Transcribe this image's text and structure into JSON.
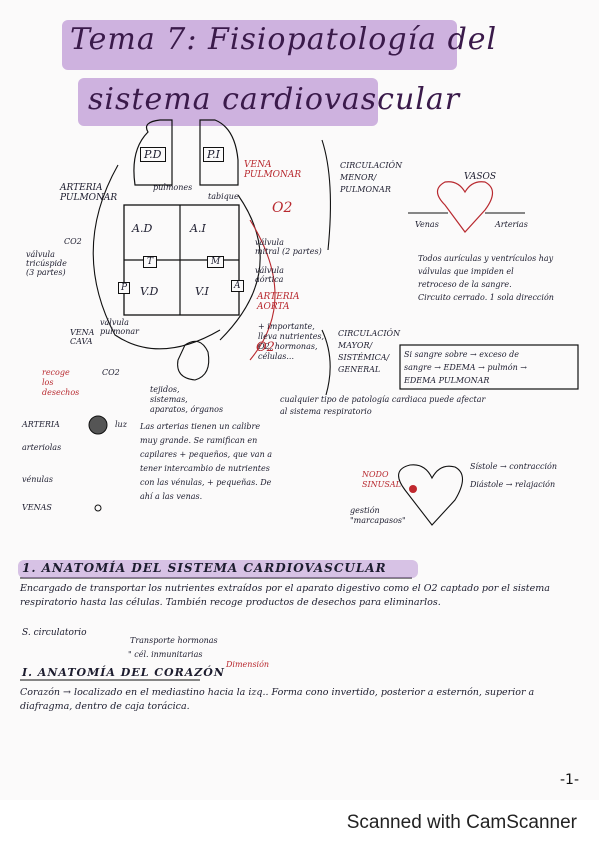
{
  "title_line1": "Tema 7: Fisiopatología del",
  "title_line2": "sistema cardiovascular",
  "heart": {
    "pd": "P.D",
    "pi": "P.I",
    "ad": "A.D",
    "ai": "A.I",
    "vd": "V.D",
    "vi": "V.I",
    "t": "T",
    "m": "M",
    "p": "P",
    "a": "A",
    "pulmones": "pulmones",
    "tabique": "tabique",
    "vena_pulmonar": "VENA\nPULMONAR",
    "o2": "O2",
    "arteria_pulmonar": "ARTERIA\nPULMONAR",
    "co2_left": "CO2",
    "valvula_tricuspide": "válvula\ntricúspide\n(3 partes)",
    "valvula_mitral": "válvula\nmitral (2 partes)",
    "valvula_aortica": "válvula\naórtica",
    "valvula_pulmonar": "válvula\npulmonar",
    "arteria_aorta": "ARTERIA\nAORTA",
    "aorta_note": "+ importante,\nlleva nutrientes,\nO2, hormonas,\ncélulas...",
    "o2_bottom": "O2",
    "vena_cava": "VENA\nCAVA",
    "co2_bottom": "CO2",
    "recoge": "recoge\nlos\ndesechos",
    "tejidos": "tejidos,\nsistemas,\naparatos, órganos"
  },
  "right_notes": {
    "circ_menor": "CIRCULACIÓN\nMENOR/\nPULMONAR",
    "vasos": "VASOS",
    "venas": "Venas",
    "arterias": "Arterias",
    "vasos_desc": "Todos aurículas y ventrículos hay\nválvulas que impiden el\nretroceso de la sangre.\nCircuito cerrado. 1 sola dirección",
    "circ_mayor": "CIRCULACIÓN\nMAYOR/\nSISTÉMICA/\nGENERAL",
    "box_text": "Si sangre sobre → exceso de\nsangre → EDEMA → pulmón →\nEDEMA PULMONAR",
    "cualquier": "cualquier tipo de patología cardiaca puede afectar\nal sistema respiratorio"
  },
  "vessels": {
    "arteria": "ARTERIA",
    "arteriolas": "arteriolas",
    "venulas": "vénulas",
    "venas": "VENAS",
    "luz": "luz",
    "arterias_desc": "Las arterias tienen un calibre\nmuy grande. Se ramifican en\ncapilares + pequeños, que van a\ntener intercambio de nutrientes\ncon las vénulas, + pequeñas. De\nahí a las venas."
  },
  "small_heart": {
    "nodo": "NODO\nSINUSAL",
    "gestion": "gestión\n\"marcapasos\"",
    "sistole": "Sístole → contracción",
    "diastole": "Diástole → relajación"
  },
  "section1": {
    "heading": "1. ANATOMÍA DEL SISTEMA CARDIOVASCULAR",
    "para": "Encargado de transportar los nutrientes extraídos por el aparato digestivo como el O2 captado por el sistema respiratorio hasta las células. También recoge productos de desechos para eliminarlos.",
    "s_circ": "S. circulatorio",
    "transporte": "Transporte hormonas",
    "inmunitarias": "\" cél. inmunitarias"
  },
  "section2": {
    "heading": "I. ANATOMÍA DEL CORAZÓN",
    "annotation": "Dimensión",
    "para": "Corazón → localizado en el mediastino hacia la izq.. Forma cono invertido, posterior a esternón, superior a diafragma, dentro de caja torácica."
  },
  "page_number": "-1-",
  "footer": "Scanned with CamScanner"
}
